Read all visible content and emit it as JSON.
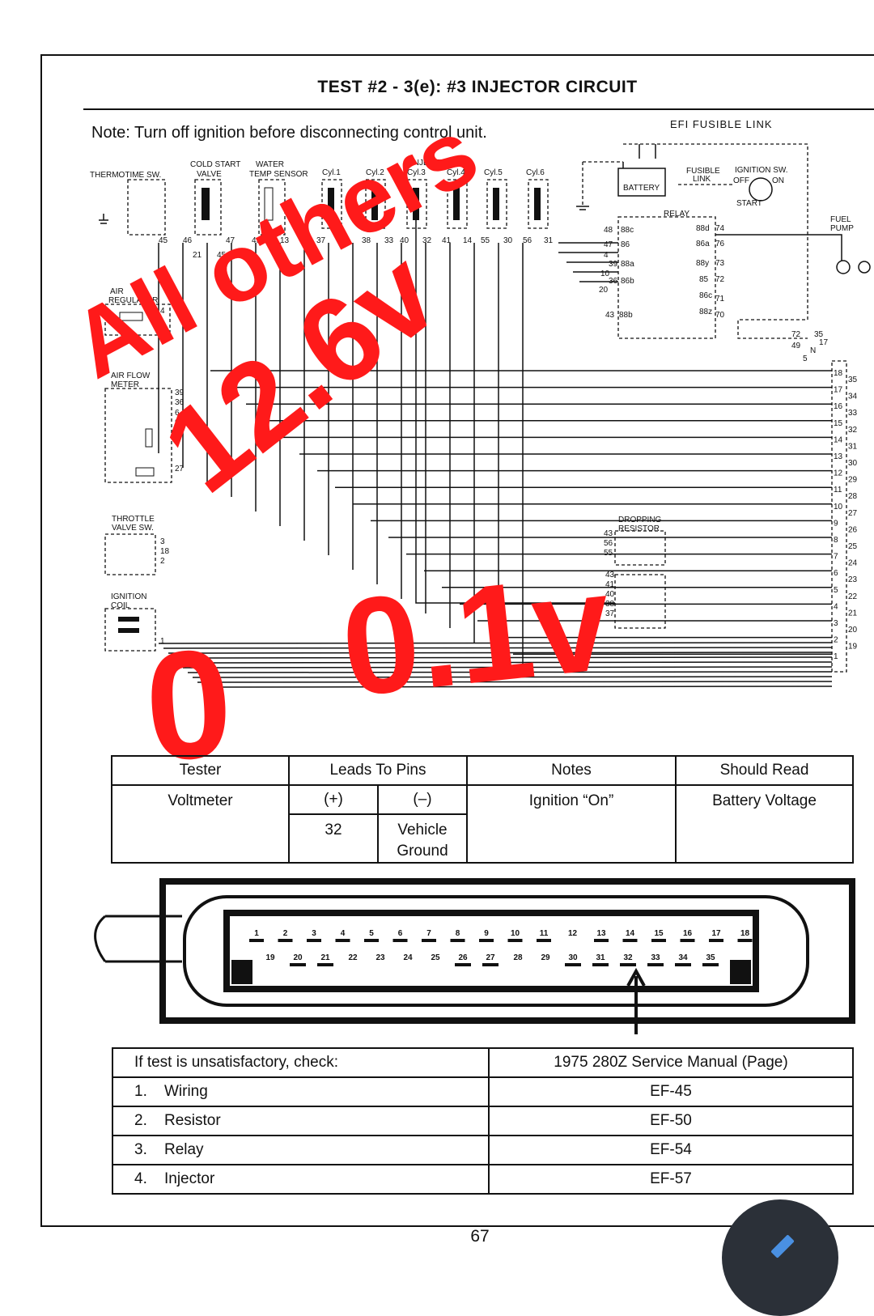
{
  "header": {
    "title": "TEST #2 - 3(e): #3 INJECTOR CIRCUIT",
    "note": "Note: Turn off ignition before disconnecting control unit.",
    "efi_label": "EFI FUSIBLE LINK"
  },
  "diagram": {
    "components": {
      "thermotime": "THERMOTIME SW.",
      "cold_start_1": "COLD START",
      "cold_start_2": "VALVE",
      "water_temp_1": "WATER",
      "water_temp_2": "TEMP SENSOR",
      "injector": "INJECTOR",
      "cyl1": "Cyl.1",
      "cyl2": "Cyl.2",
      "cyl3": "Cyl.3",
      "cyl4": "Cyl.4",
      "cyl5": "Cyl.5",
      "cyl6": "Cyl.6",
      "battery": "BATTERY",
      "fusible_1": "FUSIBLE",
      "fusible_2": "LINK",
      "ignition_sw": "IGNITION SW.",
      "off": "OFF",
      "on": "ON",
      "start": "START",
      "relay": "RELAY",
      "fuel_pump_1": "FUEL",
      "fuel_pump_2": "PUMP",
      "air_reg_1": "AIR",
      "air_reg_2": "REGULATOR",
      "air_flow_1": "AIR FLOW",
      "air_flow_2": "METER",
      "throttle_1": "THROTTLE",
      "throttle_2": "VALVE SW.",
      "ignition_coil_1": "IGNITION",
      "ignition_coil_2": "COIL",
      "dropping_1": "DROPPING",
      "dropping_2": "RESISTOR"
    },
    "sensor_pins": [
      "45",
      "46",
      "47",
      "49",
      "13",
      "37",
      "15",
      "38",
      "33",
      "40",
      "32",
      "41",
      "14",
      "55",
      "30",
      "56",
      "31",
      "21",
      "45"
    ],
    "relay_pins_left": [
      "48",
      "88c",
      "47",
      "86",
      "4",
      "39",
      "88a",
      "10",
      "36",
      "86b",
      "20",
      "43",
      "88b"
    ],
    "relay_pins_right": [
      "88d",
      "74",
      "86a",
      "76",
      "88y",
      "73",
      "85",
      "72",
      "86c",
      "71",
      "88z",
      "70"
    ],
    "air_reg_pins": [
      "4",
      "48"
    ],
    "air_flow_pins": [
      "39",
      "36",
      "6",
      "9",
      "27"
    ],
    "throttle_pins": [
      "3",
      "18",
      "2"
    ],
    "coil_pin": "1",
    "dropping_pins_top": [
      "43",
      "56",
      "55"
    ],
    "dropping_pins_bottom": [
      "43",
      "41",
      "40",
      "38",
      "37"
    ],
    "connector_left": [
      "18",
      "17",
      "16",
      "15",
      "14",
      "13",
      "12",
      "11",
      "10",
      "9",
      "8",
      "7",
      "6",
      "5",
      "4",
      "3",
      "2",
      "1"
    ],
    "connector_right": [
      "35",
      "34",
      "33",
      "32",
      "31",
      "30",
      "29",
      "28",
      "27",
      "26",
      "25",
      "24",
      "23",
      "22",
      "21",
      "20",
      "19"
    ],
    "junction_pins": [
      "72",
      "35",
      "49",
      "17",
      "5",
      "N"
    ]
  },
  "handwriting": {
    "line1": "All others",
    "line2": "12.6v",
    "line3": "0",
    "line4": "0.1v"
  },
  "tester_table": {
    "headers": [
      "Tester",
      "Leads To Pins",
      "Notes",
      "Should Read"
    ],
    "tester": "Voltmeter",
    "plus": "(+)",
    "minus": "(–)",
    "pin": "32",
    "ground_1": "Vehicle",
    "ground_2": "Ground",
    "notes": "Ignition “On”",
    "should_read": "Battery Voltage"
  },
  "connector": {
    "top_row": [
      "1",
      "2",
      "3",
      "4",
      "5",
      "6",
      "7",
      "8",
      "9",
      "10",
      "11",
      "12",
      "13",
      "14",
      "15",
      "16",
      "17",
      "18"
    ],
    "bottom_row": [
      "19",
      "20",
      "21",
      "22",
      "23",
      "24",
      "25",
      "26",
      "27",
      "28",
      "29",
      "30",
      "31",
      "32",
      "33",
      "34",
      "35"
    ],
    "top_underlined": [
      "1",
      "2",
      "3",
      "4",
      "5",
      "6",
      "7",
      "8",
      "9",
      "10",
      "11",
      "13",
      "14",
      "15",
      "16",
      "17",
      "18"
    ],
    "bottom_underlined": [
      "20",
      "21",
      "26",
      "27",
      "30",
      "31",
      "32",
      "33",
      "34",
      "35"
    ]
  },
  "check_table": {
    "header_left": "If test is unsatisfactory, check:",
    "header_right": "1975 280Z Service Manual (Page)",
    "rows": [
      {
        "num": "1.",
        "item": "Wiring",
        "page": "EF-45"
      },
      {
        "num": "2.",
        "item": "Resistor",
        "page": "EF-50"
      },
      {
        "num": "3.",
        "item": "Relay",
        "page": "EF-54"
      },
      {
        "num": "4.",
        "item": "Injector",
        "page": "EF-57"
      }
    ]
  },
  "page_number": "67",
  "colors": {
    "ink": "#111111",
    "annotation": "#ff1a1a",
    "fab": "#2b3038",
    "fab_pen": "#4a90e2"
  }
}
